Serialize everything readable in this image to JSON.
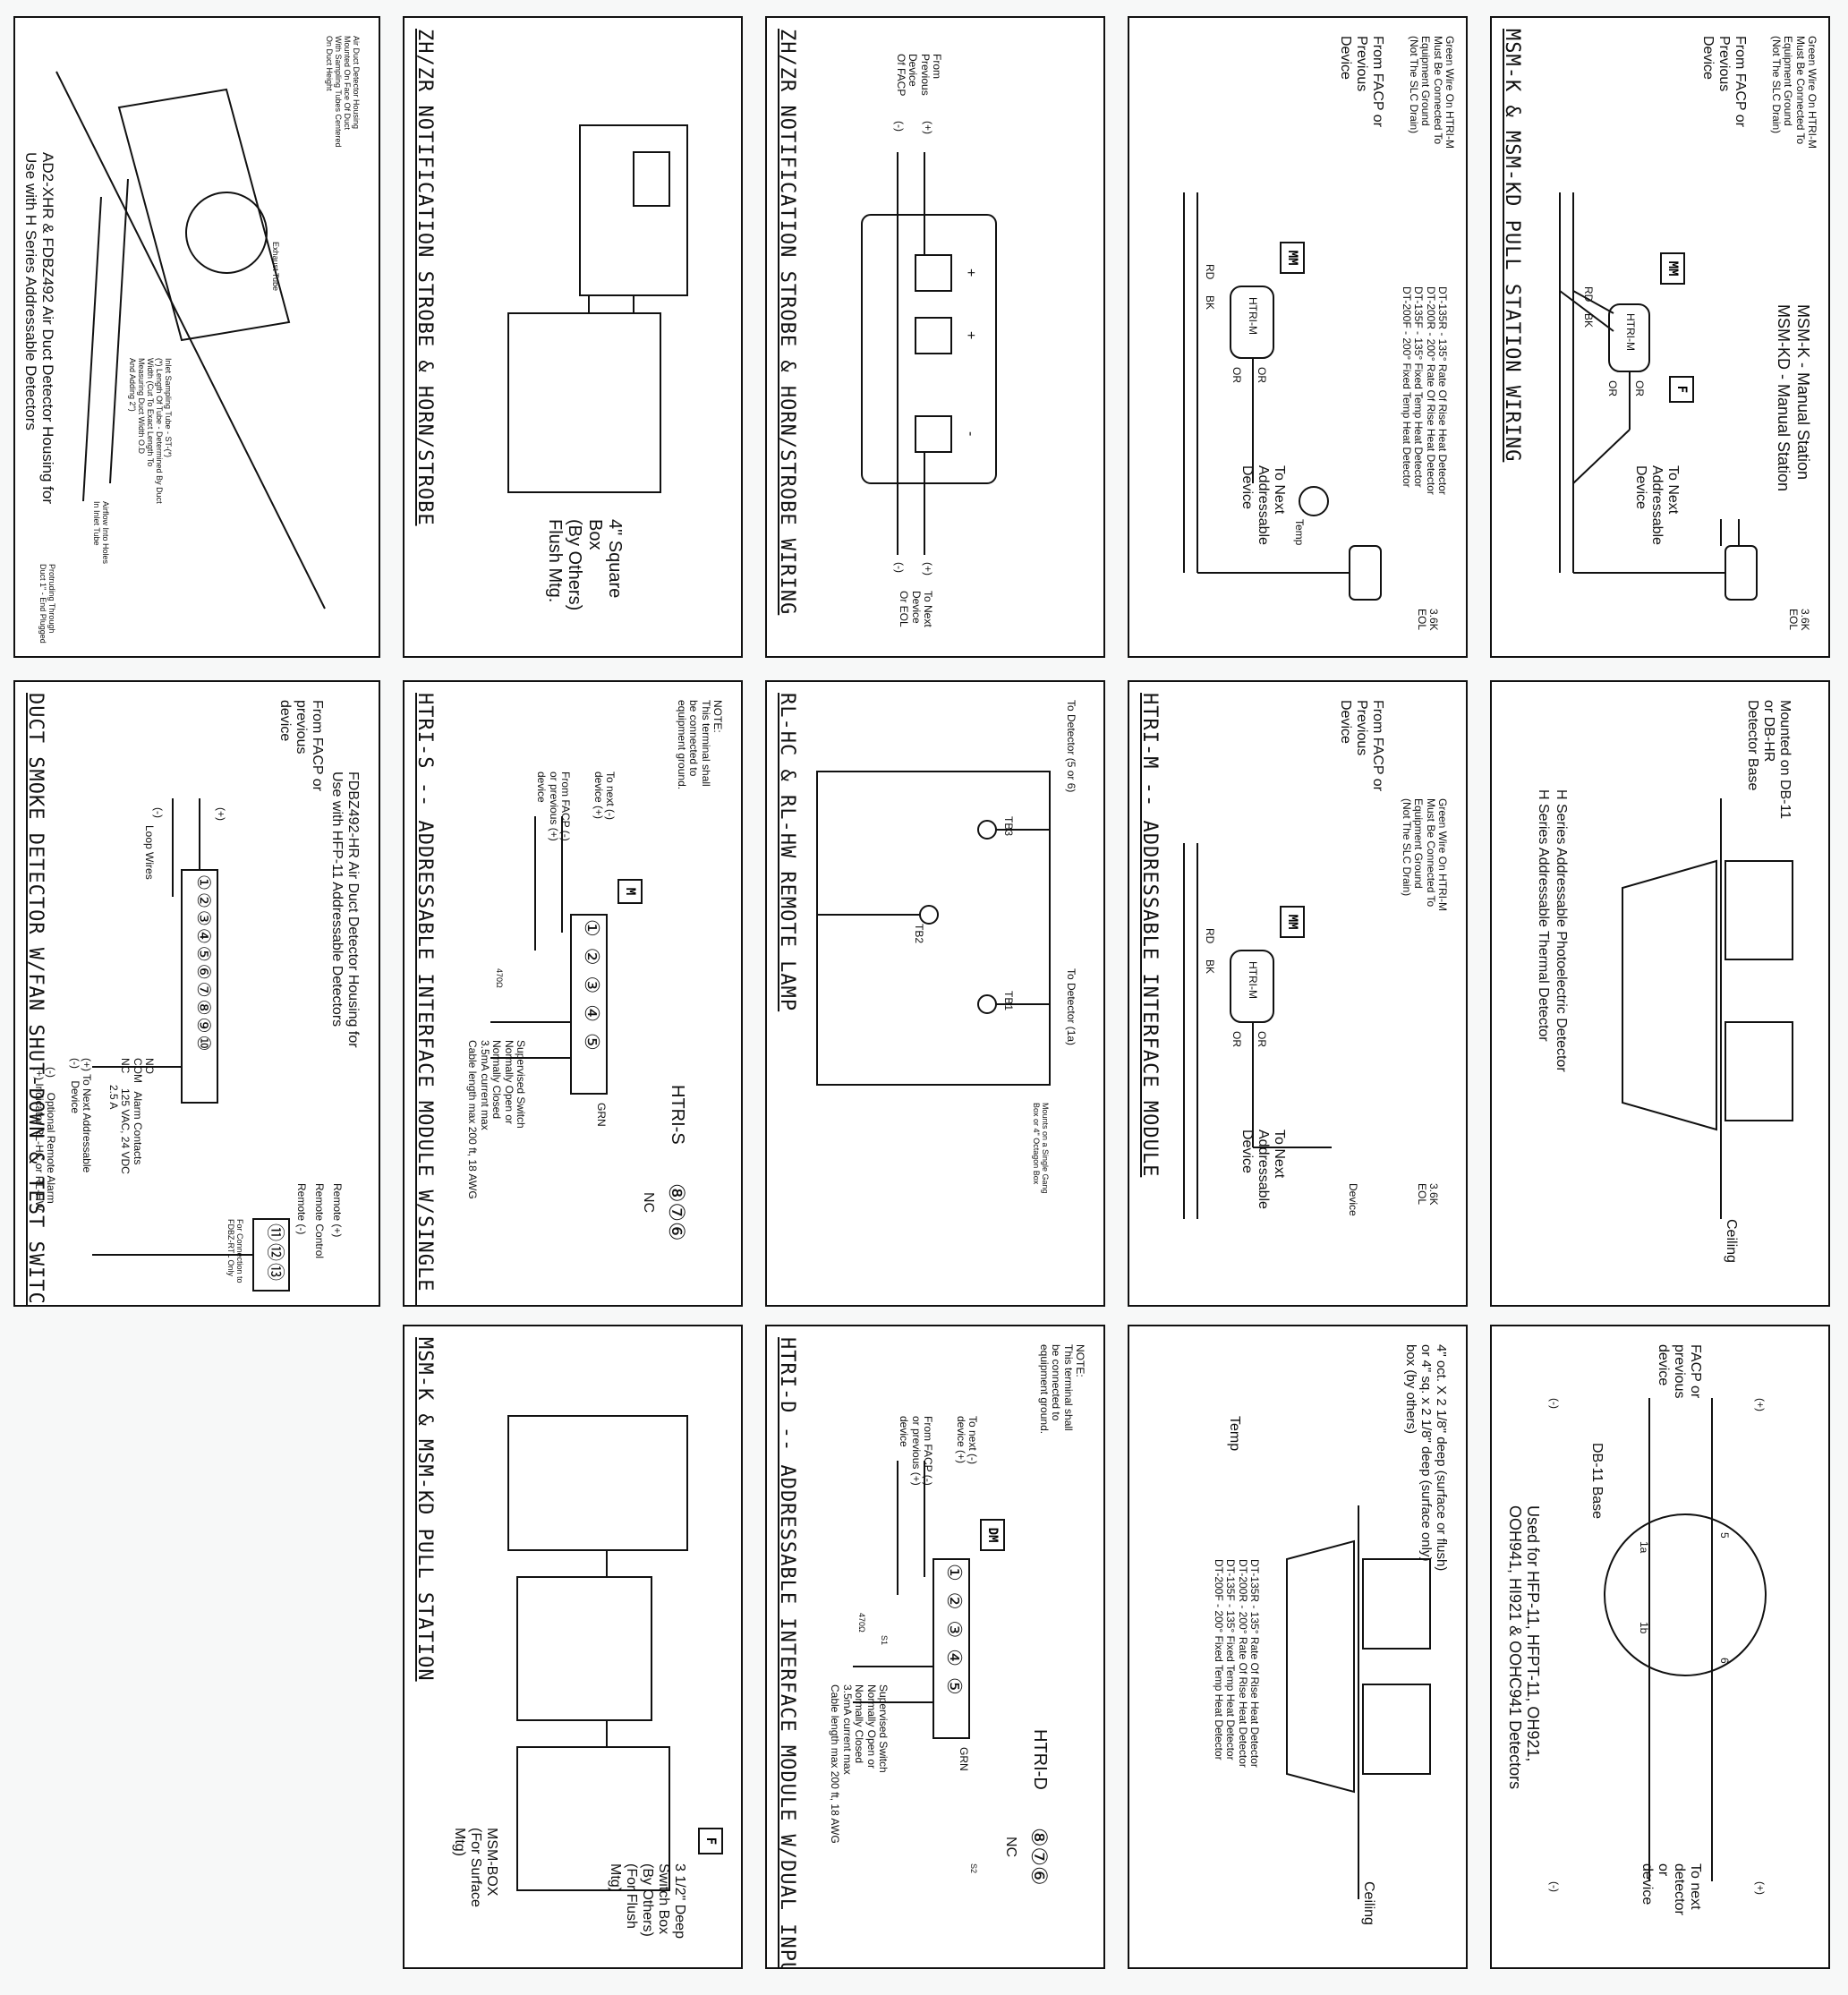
{
  "colors": {
    "line": "#111111",
    "paper": "#ffffff",
    "sheet": "#f7f8f8"
  },
  "p1": {
    "title": "MSM-K & MSM-KD PULL STATION WIRING",
    "msm_k": "MSM-K - Manual Station",
    "msm_kd": "MSM-KD - Manual Station",
    "green_wire": "Green Wire On HTRI-M\nMust Be Connected To\nEquipment Ground\n(Not The SLC Drain)",
    "from": "From FACP or\nPrevious\nDevice",
    "to": "To Next\nAddressable\nDevice",
    "eol": "3.6K\nEOL",
    "mm": "MM",
    "f": "F",
    "htri": "HTRI-M",
    "rd": "RD",
    "bk": "BK",
    "or1": "OR",
    "or2": "OR"
  },
  "p2": {
    "detector_lines": "DT-135R - 135° Rate Of Rise Heat Detector\nDT-200R - 200° Rate Of Rise Heat Detector\nDT-135F - 135° Fixed Temp Heat Detector\nDT-200F - 200° Fixed Temp Heat Detector",
    "green_wire": "Green Wire On HTRI-M\nMust Be Connected To\nEquipment Ground\n(Not The SLC Drain)",
    "from": "From FACP or\nPrevious\nDevice",
    "to": "To Next\nAddressable\nDevice",
    "eol": "3.6K\nEOL",
    "temp": "Temp",
    "mm": "MM",
    "htri": "HTRI-M",
    "rd": "RD",
    "bk": "BK",
    "or1": "OR",
    "or2": "OR"
  },
  "p3": {
    "title": "ZH/ZR NOTIFICATION STROBE & HORN/STROBE WIRING",
    "from": "From\nPrevious\nDevice\nOf FACP",
    "to": "To Next\nDevice\nOr EOL",
    "plus": "(+)",
    "minus": "(-)",
    "plus2": "(+)",
    "minus2": "(-)",
    "term_plus": "+",
    "term_plus2": "+",
    "term_minus": "-"
  },
  "p4": {
    "title": "ZH/ZR NOTIFICATION STROBE & HORN/STROBE",
    "box_label": "4\" Square\nBox\n(By Others)\nFlush Mtg."
  },
  "p5": {
    "caption": "AD2-XHR & FDBZ492 Air Duct Detector Housing for\nUse with H Series Addressable Detectors",
    "mount_note": "Air Duct Detector Housing\nMounted On Face Of Duct\nWith Sampling Tubes Centered\nOn Duct Height",
    "exhaust": "Exhaust Tube",
    "inlet": "Inlet Sampling Tube - ST-(*)\n(*) Length Of Tube - Determined By Duct\nWidth (Cut To Exact Length To\nMeasuring Duct Width O.D\nAnd Adding 2\")",
    "airflow": "Airflow Into Holes\nIn Inlet Tube",
    "protruding": "Protruding Through\nDuct 1\" - End Plugged"
  },
  "p6": {
    "mounted": "Mounted on DB-11\nor DB-HR\nDetector Base",
    "photo": "H Series Addressable Photoelectric Detector",
    "thermal": "H Series Addressable Thermal Detector",
    "ceiling": "Ceiling"
  },
  "p7": {
    "title": "HTRI-M -- ADDRESSABLE INTERFACE MODULE",
    "green_wire": "Green Wire On HTRI-M\nMust Be Connected To\nEquipment Ground\n(Not The SLC Drain)",
    "from": "From FACP or\nPrevious\nDevice",
    "to": "To Next\nAddressable\nDevice",
    "device": "Device",
    "eol": "3.6K\nEOL",
    "mm": "MM",
    "htri": "HTRI-M",
    "rd": "RD",
    "bk": "BK",
    "or1": "OR",
    "or2": "OR"
  },
  "p8": {
    "title": "RL-HC & RL-HW REMOTE LAMP",
    "tb1": "TB1",
    "tb2": "TB2",
    "tb3": "TB3",
    "to_5_6": "To Detector (5 or 6)",
    "to_1a": "To Detector (1a)",
    "mounts": "Mounts on a Single Gang\nBox or 4\" Octagon Box"
  },
  "p9": {
    "title": "HTRI-S -- ADDRESSABLE INTERFACE MODULE W/SINGLE INPUT",
    "module": "HTRI-S",
    "m": "M",
    "note": "NOTE:\nThis terminal shall\nbe connected to\nequipment ground.",
    "to_next": "To next (-)\ndevice (+)",
    "from": "From FACP (-)\nor previous (+)\ndevice",
    "grn": "GRN",
    "nc": "NC",
    "switch": "Supervised Switch\nNormally Open or\nNormally Closed\n3.5mA current max\nCable length max 200 ft, 18 AWG",
    "res": "470Ω",
    "terminals": [
      "①",
      "②",
      "③",
      "④",
      "⑤"
    ],
    "nc_terminals": "⑧⑦⑥"
  },
  "p10": {
    "caption": "FDBZ492-HR Air Duct Detector Housing for\nUse with HFP-11 Addressable Detectors",
    "from": "From FACP or\nprevious\ndevice",
    "plus": "(+)",
    "minus": "(-)",
    "loop": "Loop Wires",
    "terminals": [
      "①",
      "②",
      "③",
      "④",
      "⑤",
      "⑥",
      "⑦",
      "⑧",
      "⑨",
      "⑩"
    ],
    "terminals2": [
      "⑪",
      "⑫",
      "⑬"
    ],
    "alarm": "NO\nCOM   Alarm Contacts\nNC     125 VAC, 24 VDC\n         2.5 A",
    "remote_plus": "Remote (+)",
    "remote_ctrl": "Remote Control",
    "remote_minus": "Remote (-)",
    "for_conn": "For Connection to\nFDBZ-RTL Only",
    "to_next": "(+) To Next Addressable\n(-)    Device",
    "optional": "(-)     Optional Remote Alarm\n(+) Indicator RL-HC or RL-HW",
    "title": "DUCT SMOKE DETECTOR W/FAN SHUT-DOWN & TEST SWITCH"
  },
  "p11": {
    "plus": "(+)",
    "minus": "(-)",
    "plus2": "(+)",
    "minus2": "(-)",
    "from": "FACP or\nprevious\ndevice",
    "to": "To next\ndetector\nor\ndevice",
    "base": "DB-11 Base",
    "used": "Used for HFP-11, HFPT-11, OH921,\nOOH941, HI921 & OOHC941 Detectors",
    "t5": "5",
    "t6": "6",
    "t1a": "1a",
    "t1b": "1b"
  },
  "p12": {
    "box": "4\" oct. X 2 1/8\" deep (surface or flush)\nor 4\" sq. x 2 1/8\" deep (surface only)\nbox (by others)",
    "detector_lines": "DT-135R - 135° Rate Of Rise Heat Detector\nDT-200R - 200° Rate Of Rise Heat Detector\nDT-135F - 135° Fixed Temp Heat Detector\nDT-200F - 200° Fixed Temp Heat Detector",
    "temp": "Temp",
    "ceiling": "Ceiling"
  },
  "p13": {
    "title": "HTRI-D -- ADDRESSABLE INTERFACE MODULE W/DUAL INPUTS",
    "module": "HTRI-D",
    "dm": "DM",
    "note": "NOTE:\nThis terminal shall\nbe connected to\nequipment ground.",
    "to_next": "To next (-)\ndevice (+)",
    "from": "From FACP (-)\nor previous (+)\ndevice",
    "grn": "GRN",
    "nc": "NC",
    "s1": "S1",
    "s2": "S2",
    "switch": "Supervised Switch\nNormally Open or\nNormally Closed\n3.5mA current max\nCable length max 200 ft, 18 AWG",
    "res": "470Ω",
    "terminals": [
      "①",
      "②",
      "③",
      "④",
      "⑤"
    ],
    "nc_terminals": "⑧⑦⑥"
  },
  "p14": {
    "title": "MSM-K & MSM-KD PULL STATION",
    "f": "F",
    "switch_box": "3 1/2\" Deep\nSwitch Box\n(By Others)\n(For Flush\nMtg)",
    "msm_box": "MSM-BOX\n(For Surface\nMtg)"
  }
}
